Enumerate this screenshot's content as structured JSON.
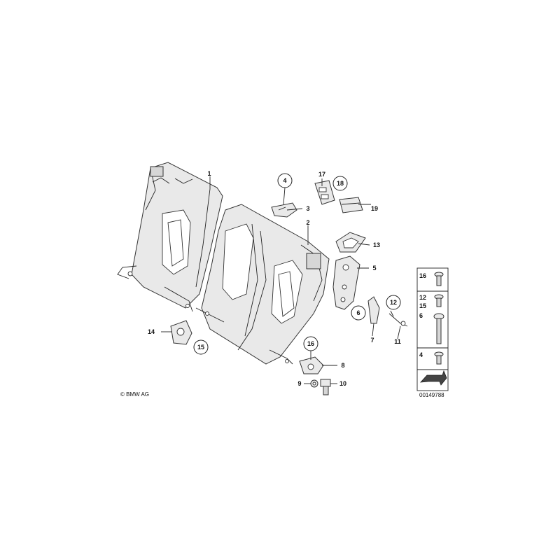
{
  "labels": {
    "l1": "1",
    "l2": "2",
    "l3": "3",
    "l4": "4",
    "l5": "5",
    "l6": "6",
    "l7": "7",
    "l8": "8",
    "l9": "9",
    "l10": "10",
    "l11": "11",
    "l12": "12",
    "l13": "13",
    "l14": "14",
    "l15": "15",
    "l16": "16",
    "l17": "17",
    "l18": "18",
    "l19": "19"
  },
  "legend": {
    "items": [
      "16",
      "12",
      "15",
      "6",
      "4"
    ],
    "image_number": "00149788"
  },
  "copyright": "© BMW AG"
}
